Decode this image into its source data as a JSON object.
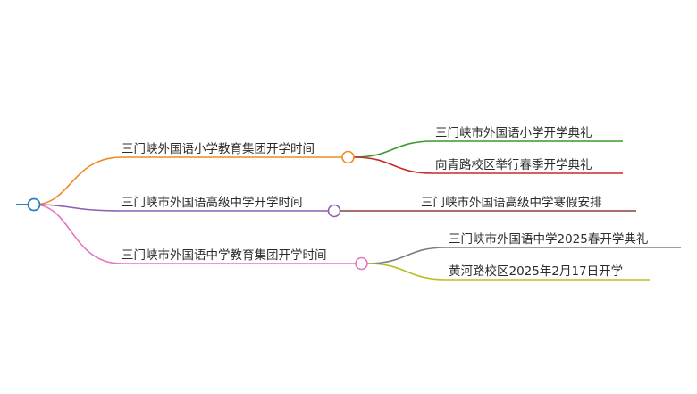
{
  "mindmap": {
    "root": {
      "label": "",
      "color": "#2e7dbf"
    },
    "branches": [
      {
        "label": "三门峡外国语小学教育集团开学时间",
        "color": "#f08a24",
        "children": [
          {
            "label": "三门峡市外国语小学开学典礼",
            "color": "#3a9a2a"
          },
          {
            "label": "向青路校区举行春季开学典礼",
            "color": "#c8282e"
          }
        ]
      },
      {
        "label": "三门峡市外国语高级中学开学时间",
        "color": "#8e5db0",
        "children": [
          {
            "label": "三门峡市外国语高级中学寒假安排",
            "color": "#8a3f3a"
          }
        ]
      },
      {
        "label": "三门峡市外国语中学教育集团开学时间",
        "color": "#e377c2",
        "children": [
          {
            "label": "三门峡市外国语中学2025春开学典礼",
            "color": "#7f7f7f"
          },
          {
            "label": "黄河路校区2025年2月17日开学",
            "color": "#bcbd22"
          }
        ]
      }
    ]
  }
}
